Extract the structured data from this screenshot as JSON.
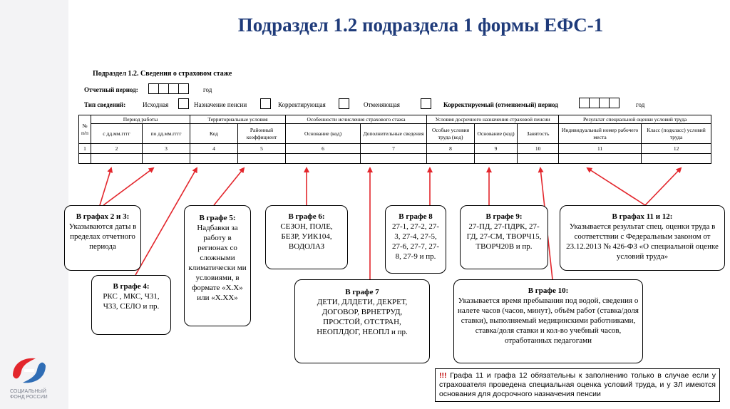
{
  "slide_title": "Подраздел 1.2 подраздела 1 формы ЕФС-1",
  "form": {
    "heading": "Подраздел 1.2. Сведения о страховом стаже",
    "period_label": "Отчетный период:",
    "year_label": "год",
    "year_label2": "год",
    "type_label": "Тип сведений:",
    "types": [
      "Исходная",
      "Назначение пенсии",
      "Корректирующая",
      "Отменяющая"
    ],
    "corrected_period_label": "Корректируемый (отменяемый) период",
    "table": {
      "col_no": "№ п/п",
      "group_period": "Период работы",
      "group_territorial": "Территориальные условия",
      "group_special": "Особенности исчисления страхового стажа",
      "group_early": "Условия досрочного назначения страховой пенсии",
      "group_result": "Результат специальной оценки условий труда",
      "from": "с дд.мм.гггг",
      "to": "по дд.мм.гггг",
      "code": "Код",
      "district_coef": "Районный коэффициент",
      "basis_code": "Основание (код)",
      "additional_info": "Дополнительные сведения",
      "special_conditions": "Особые условия труда (код)",
      "early_basis": "Основание (код)",
      "employment": "Занятость",
      "workplace_no": "Индивидуальный номер рабочего места",
      "class": "Класс (подкласс) условий труда",
      "numbers": [
        "1",
        "2",
        "3",
        "4",
        "5",
        "6",
        "7",
        "8",
        "9",
        "10",
        "11",
        "12"
      ]
    }
  },
  "callouts": {
    "c23": {
      "title": "В графах 2 и 3:",
      "text": "Указываются даты в пределах отчетного периода"
    },
    "c4": {
      "title": "В графе 4:",
      "text": "РКС , МКС, Ч31, Ч33, СЕЛО и пр."
    },
    "c5": {
      "title": "В графе 5:",
      "text": "Надбавки за работу в регионах со сложными климатически ми условиями, в формате «Х.Х» или «Х.ХХ»"
    },
    "c6": {
      "title": "В графе 6:",
      "text": "СЕЗОН, ПОЛЕ, БЕЗР, УИК104, ВОДОЛАЗ"
    },
    "c7": {
      "title": "В графе 7",
      "text": "ДЕТИ, ДЛДЕТИ, ДЕКРЕТ, ДОГОВОР, ВРНЕТРУД, ПРОСТОЙ, ОТСТРАН, НЕОПЛДОГ, НЕОПЛ и пр."
    },
    "c8": {
      "title": "В графе 8",
      "text": "27-1, 27-2, 27-3, 27-4, 27-5, 27-6, 27-7, 27-8, 27-9 и пр."
    },
    "c9": {
      "title": "В графе 9:",
      "text": "27-ПД, 27-ПДРК, 27-ГД, 27-СМ, ТВОРЧ15, ТВОРЧ20В и пр."
    },
    "c10": {
      "title": "В графе 10:",
      "text": "Указывается время пребывания под водой, сведения о налете часов (часов, минут), объём работ (ставка/доля ставки), выполняемый медицинскими работниками, ставка/доля ставки и кол-во учебный часов, отработанных педагогами"
    },
    "c1112": {
      "title": "В графах 11 и 12:",
      "text": "Указывается результат спец. оценки труда в соответствии с Федеральным законом от 23.12.2013 № 426-ФЗ «О специальной оценке условий труда»"
    }
  },
  "note": {
    "marks": "!!!",
    "text": "Графа 11 и графа 12 обязательны к заполнению только в случае если у страхователя проведена специальная оценка условий труда, и у ЗЛ имеются основания для досрочного назначения пенсии"
  },
  "logo": {
    "line1": "СОЦИАЛЬНЫЙ",
    "line2": "ФОНД РОССИИ",
    "colors": {
      "red": "#e3262c",
      "blue": "#2f6db5"
    }
  },
  "colors": {
    "title": "#1f3b7a",
    "arrow": "#e3262c"
  }
}
